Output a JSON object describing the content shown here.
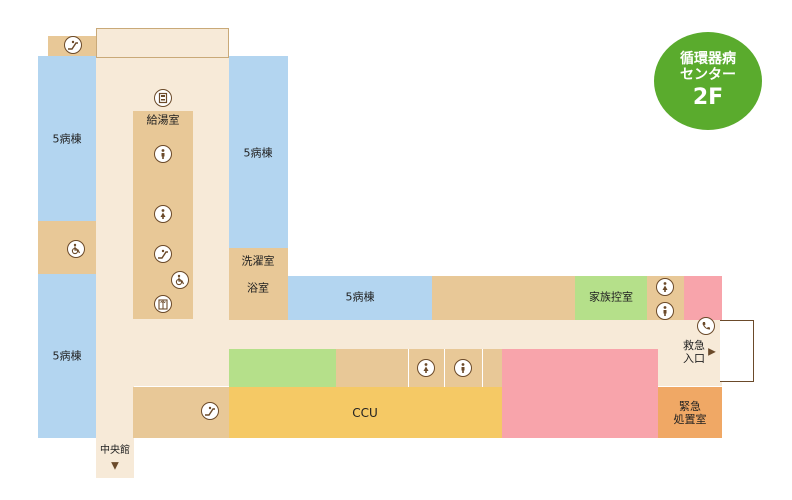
{
  "floor_badge": {
    "line1": "循環器病",
    "line2": "センター",
    "floor": "2F",
    "color": "#5aab2d"
  },
  "rooms": {
    "ward_5_left_top": "5病棟",
    "ward_5_left_bottom": "5病棟",
    "ward_5_center": "5病棟",
    "ward_5_right": "5病棟",
    "kettle_room": "給湯室",
    "laundry": "洗濯室",
    "bath": "浴室",
    "family_room": "家族控室",
    "ccu": "CCU",
    "emergency_room": "緊急\n処置室",
    "emergency_entrance": "救急\n入口",
    "central_building": "中央館"
  },
  "icons": {
    "escalator": "escalator-icon",
    "wheelchair": "wheelchair-icon",
    "restroom": "restroom-icon",
    "vending": "vending-icon",
    "phone": "phone-icon",
    "elevator": "elevator-icon"
  },
  "colors": {
    "corridor": "#f7ead8",
    "room": "#e8c897",
    "ward": "#b3d5f0",
    "green_area": "#b5e08a",
    "pink_area": "#f8a4ab",
    "ccu": "#f5c965",
    "emergency": "#f0a865"
  }
}
